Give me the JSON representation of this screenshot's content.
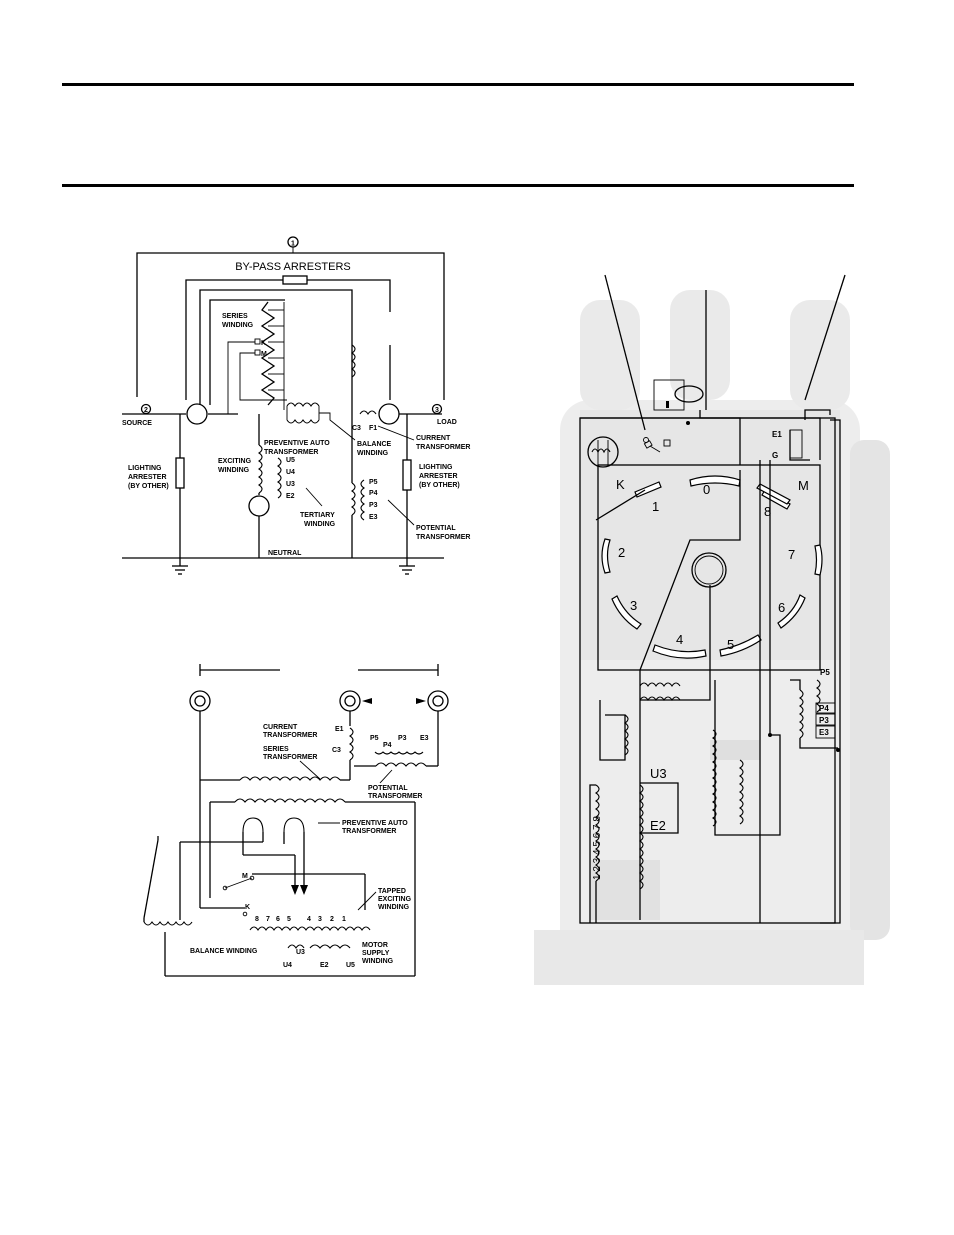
{
  "schematic": {
    "bypass_number": "1",
    "source_number": "2",
    "load_number": "3",
    "bypass_arresters": "BY-PASS ARRESTERS",
    "source": "SOURCE",
    "load": "LOAD",
    "series_winding": [
      "SERIES",
      "WINDING"
    ],
    "k": "K",
    "m": "M",
    "c3": "C3",
    "f1": "F1",
    "current_transformer": [
      "CURRENT",
      "TRANSFORMER"
    ],
    "balance_winding": [
      "BALANCE",
      "WINDING"
    ],
    "preventive_auto": [
      "PREVENTIVE AUTO",
      "TRANSFORMER"
    ],
    "exciting_winding": [
      "EXCITING",
      "WINDING"
    ],
    "tertiary_taps": [
      "U5",
      "U4",
      "U3",
      "E2"
    ],
    "tertiary_winding": [
      "TERTIARY",
      "WINDING"
    ],
    "potential_taps": [
      "P5",
      "P4",
      "P3",
      "E3"
    ],
    "potential_transformer": [
      "POTENTIAL",
      "TRANSFORMER"
    ],
    "lighting_arrester_left": [
      "LIGHTING",
      "ARRESTER",
      "(BY OTHER)"
    ],
    "lighting_arrester_right": [
      "LIGHTING",
      "ARRESTER",
      "(BY OTHER)"
    ],
    "neutral": "NEUTRAL"
  },
  "wiring": {
    "current_transformer": [
      "CURRENT",
      "TRANSFORMER"
    ],
    "series_transformer": [
      "SERIES",
      "TRANSFORMER"
    ],
    "e1": "E1",
    "c3": "C3",
    "pt_taps": [
      "P5",
      "P4",
      "P3",
      "E3"
    ],
    "potential_transformer": [
      "POTENTIAL",
      "TRANSFORMER"
    ],
    "preventive_auto": [
      "PREVENTIVE AUTO",
      "TRANSFORMER"
    ],
    "tapped_exciting": [
      "TAPPED",
      "EXCITING",
      "WINDING"
    ],
    "m": "M",
    "k": "K",
    "taps": [
      "8",
      "7",
      "6",
      "5",
      "4",
      "3",
      "2",
      "1"
    ],
    "balance_winding": "BALANCE WINDING",
    "u3": "U3",
    "u4": "U4",
    "e2": "E2",
    "u5": "U5",
    "motor_supply": [
      "MOTOR",
      "SUPPLY",
      "WINDING"
    ]
  },
  "photo": {
    "k": "K",
    "m": "M",
    "positions": [
      "0",
      "1",
      "2",
      "3",
      "4",
      "5",
      "6",
      "7",
      "8"
    ],
    "e1": "E1",
    "g": "G",
    "pt_taps": [
      "P5",
      "P4",
      "P3",
      "E3"
    ],
    "u3": "U3",
    "e2": "E2",
    "coil_numbers": "1 2 3 4 5 6 7 8"
  }
}
